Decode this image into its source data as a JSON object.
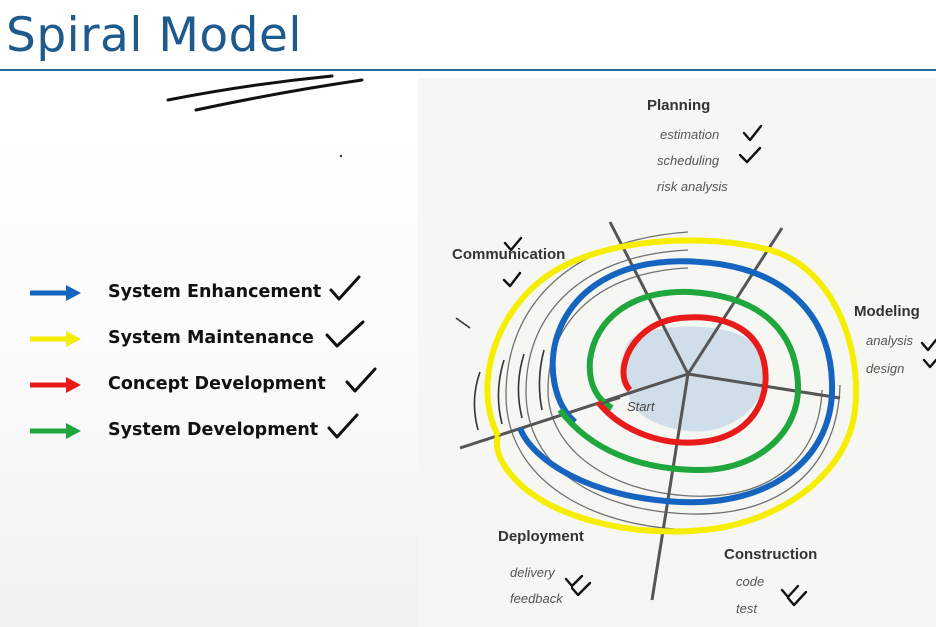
{
  "title": "Spiral Model",
  "legend": [
    {
      "label": "System Enhancement",
      "color": "#1565c0"
    },
    {
      "label": "System Maintenance",
      "color": "#f5ee00"
    },
    {
      "label": "Concept Development",
      "color": "#e81b1b"
    },
    {
      "label": "System Development",
      "color": "#1fa63c"
    }
  ],
  "diagram": {
    "start_label": "Start",
    "quadrants": {
      "planning": {
        "title": "Planning",
        "items": [
          "estimation",
          "scheduling",
          "risk analysis"
        ]
      },
      "communication": {
        "title": "Communication"
      },
      "modeling": {
        "title": "Modeling",
        "items": [
          "analysis",
          "design"
        ]
      },
      "construction": {
        "title": "Construction",
        "items": [
          "code",
          "test"
        ]
      },
      "deployment": {
        "title": "Deployment",
        "items": [
          "delivery",
          "feedback"
        ]
      }
    }
  },
  "icons": {
    "check": "checkmark-icon",
    "arrow": "arrow-right-icon"
  }
}
